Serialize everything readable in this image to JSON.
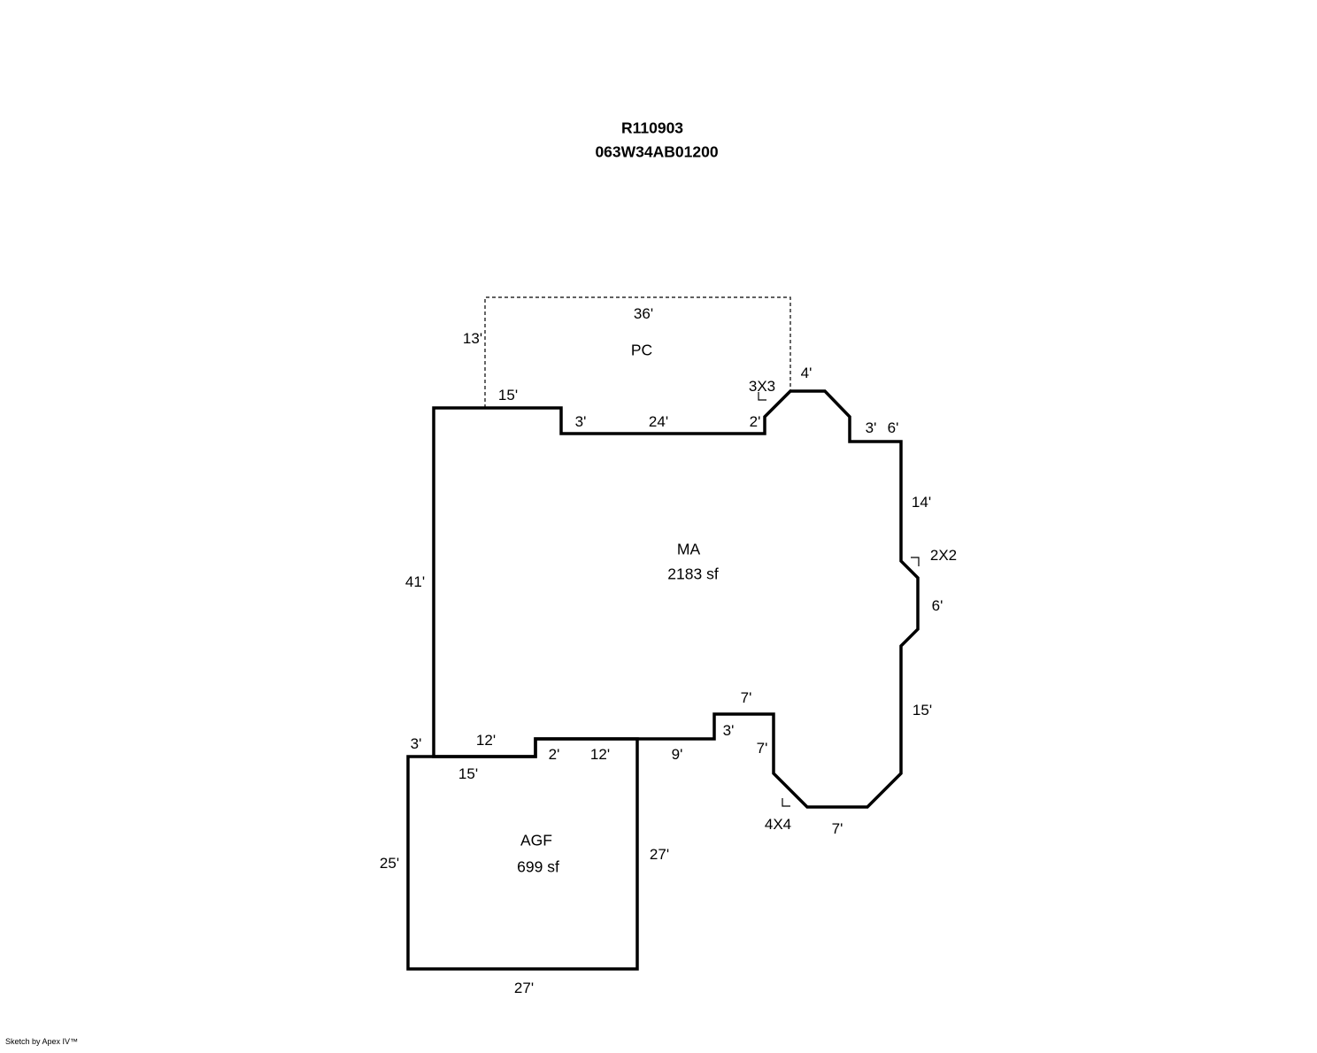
{
  "title": {
    "line1": "R110903",
    "line2": "063W34AB01200"
  },
  "areas": {
    "ma": {
      "label": "MA",
      "area": "2183 sf"
    },
    "agf": {
      "label": "AGF",
      "area": "699 sf"
    },
    "pc": {
      "label": "PC"
    }
  },
  "dims": {
    "pc_width": "36'",
    "pc_height": "13'",
    "ma_top_15": "15'",
    "ma_step_3": "3'",
    "ma_top_24": "24'",
    "ma_step_2": "2'",
    "diag_3x3": "3X3",
    "ma_top_4": "4'",
    "right_step_3": "3'",
    "right_6_h": "6'",
    "right_14": "14'",
    "notch_2x2": "2X2",
    "right_6_v": "6'",
    "right_15": "15'",
    "bump_7_top": "7'",
    "bump_3": "3'",
    "bump_7_right": "7'",
    "diag_4x4": "4X4",
    "bottom_7": "7'",
    "left_41": "41'",
    "ext_3": "3'",
    "bottom_12_left": "12'",
    "jog_2": "2'",
    "bottom_12_mid": "12'",
    "bottom_9": "9'",
    "agf_top_15": "15'",
    "agf_left_25": "25'",
    "agf_right_27": "27'",
    "agf_bottom_27": "27'"
  },
  "footer": {
    "credit": "Sketch by Apex IV™"
  }
}
